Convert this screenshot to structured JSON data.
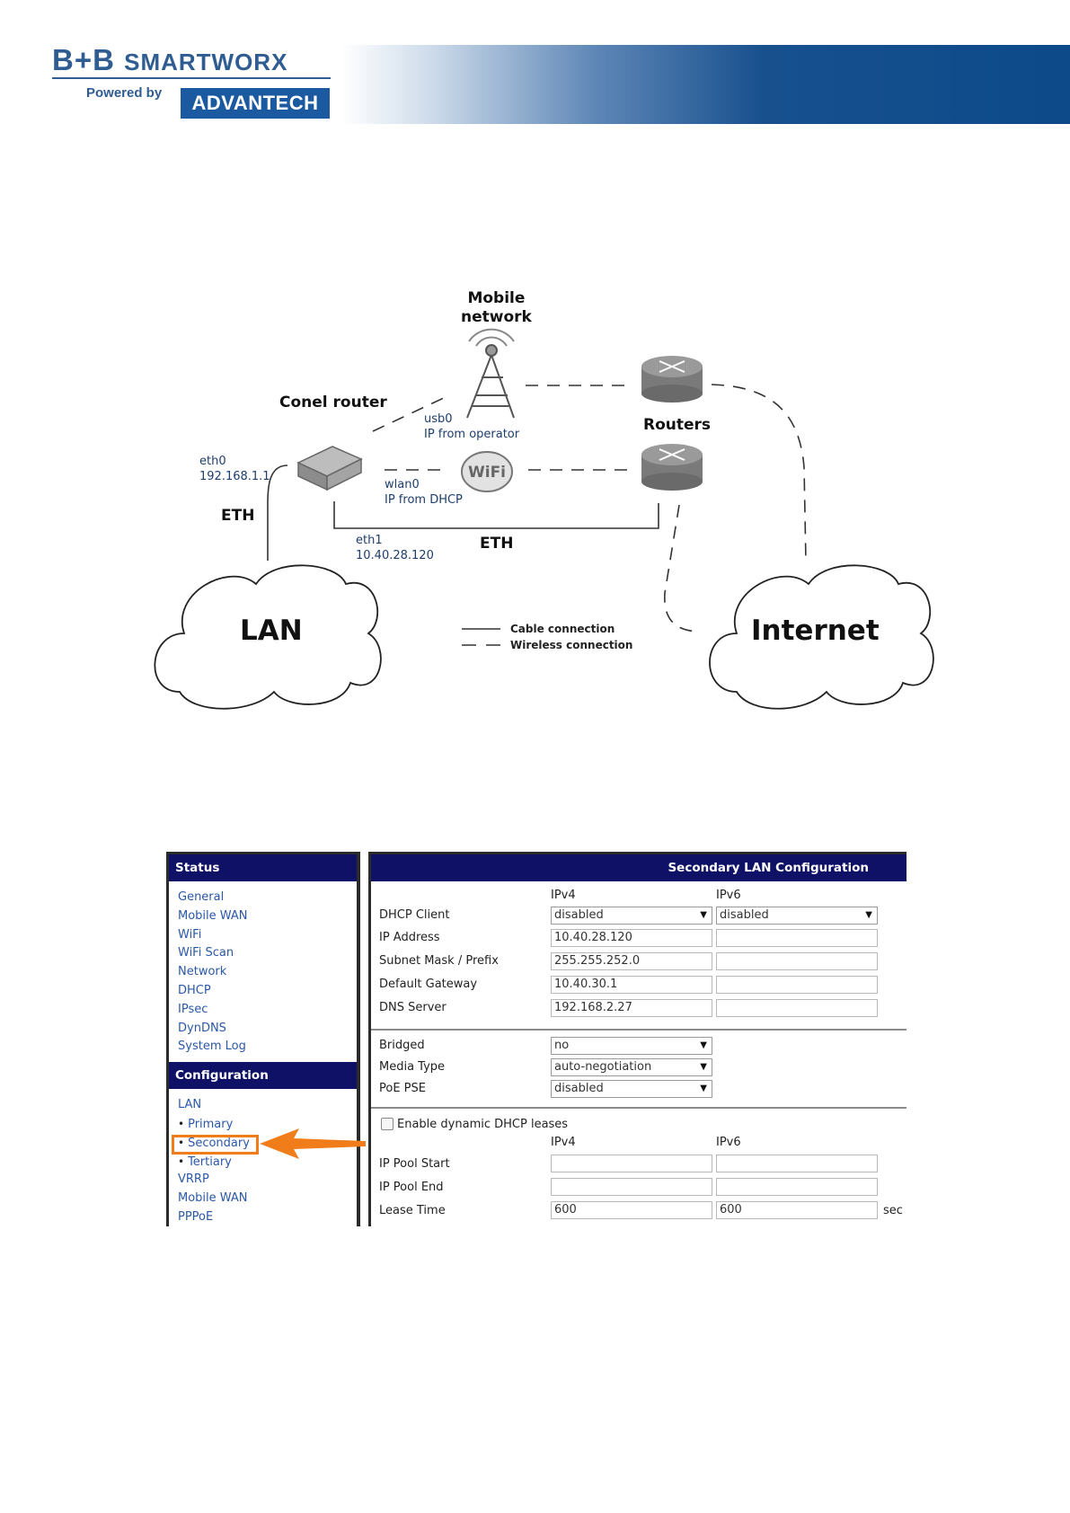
{
  "header": {
    "brand_bb": "B+B ",
    "brand_smart": "SMARTWORX",
    "powered_by": "Powered by",
    "advantech": "ADVANTECH"
  },
  "diagram": {
    "mobile_network": [
      "Mobile",
      "network"
    ],
    "conel_router": "Conel router",
    "routers": "Routers",
    "usb0": "usb0",
    "ip_from_operator": "IP from operator",
    "eth0": "eth0",
    "eth0_ip": "192.168.1.1",
    "eth_left": "ETH",
    "wlan0": "wlan0",
    "ip_from_dhcp": "IP from DHCP",
    "eth1": "eth1",
    "eth1_ip": "10.40.28.120",
    "eth_bottom": "ETH",
    "wifi": "WiFi",
    "lan": "LAN",
    "internet": "Internet",
    "legend_cable": "Cable connection",
    "legend_wireless": "Wireless connection"
  },
  "sidebar": {
    "status_title": "Status",
    "status_items": [
      "General",
      "Mobile WAN",
      "WiFi",
      "WiFi Scan",
      "Network",
      "DHCP",
      "IPsec",
      "DynDNS",
      "System Log"
    ],
    "config_title": "Configuration",
    "config_items": [
      {
        "label": "LAN",
        "sub": false
      },
      {
        "label": "Primary",
        "sub": true
      },
      {
        "label": "Secondary",
        "sub": true
      },
      {
        "label": "Tertiary",
        "sub": true
      },
      {
        "label": "VRRP",
        "sub": false
      },
      {
        "label": "Mobile WAN",
        "sub": false
      },
      {
        "label": "PPPoE",
        "sub": false
      }
    ],
    "bullet": "•"
  },
  "main": {
    "title": "Secondary LAN Configuration",
    "col_ipv4": "IPv4",
    "col_ipv6": "IPv6",
    "dhcp_client": {
      "label": "DHCP Client",
      "ipv4": "disabled",
      "ipv6": "disabled"
    },
    "ip_address": {
      "label": "IP Address",
      "ipv4": "10.40.28.120",
      "ipv6": ""
    },
    "subnet": {
      "label": "Subnet Mask / Prefix",
      "ipv4": "255.255.252.0",
      "ipv6": ""
    },
    "gateway": {
      "label": "Default Gateway",
      "ipv4": "10.40.30.1",
      "ipv6": ""
    },
    "dns": {
      "label": "DNS Server",
      "ipv4": "192.168.2.27",
      "ipv6": ""
    },
    "bridged": {
      "label": "Bridged",
      "value": "no"
    },
    "media_type": {
      "label": "Media Type",
      "value": "auto-negotiation"
    },
    "poe": {
      "label": "PoE PSE",
      "value": "disabled"
    },
    "enable_dhcp": "Enable dynamic DHCP leases",
    "pool_start": {
      "label": "IP Pool Start",
      "ipv4": "",
      "ipv6": ""
    },
    "pool_end": {
      "label": "IP Pool End",
      "ipv4": "",
      "ipv6": ""
    },
    "lease_time": {
      "label": "Lease Time",
      "ipv4": "600",
      "ipv6": "600",
      "unit": "sec"
    },
    "arrow_glyph": "▼"
  },
  "colors": {
    "header_bar": "#0f1166",
    "link": "#2a58a8",
    "highlight": "#f07d1a",
    "brand_blue": "#1b5aa0"
  }
}
